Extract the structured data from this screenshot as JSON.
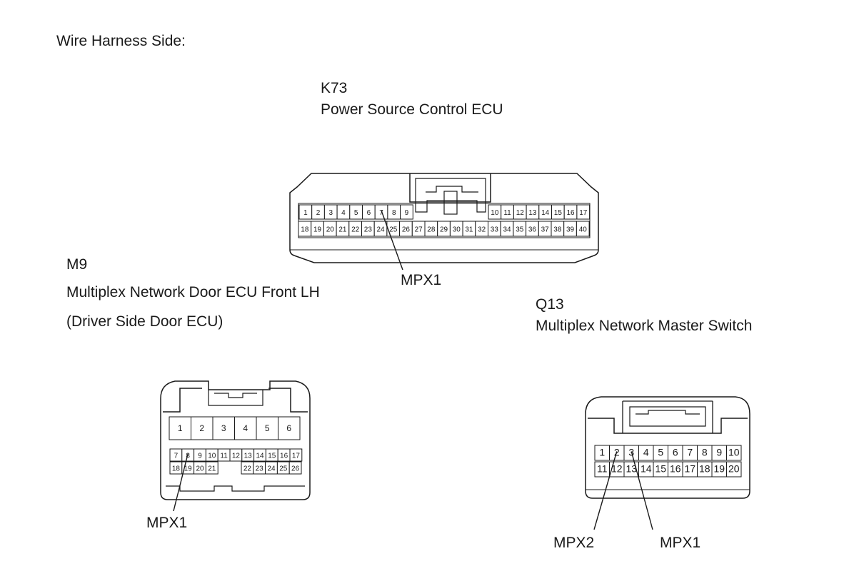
{
  "heading": "Wire Harness Side:",
  "connectors": {
    "k73": {
      "code": "K73",
      "name": "Power Source Control ECU",
      "row1_left": [
        "1",
        "2",
        "3",
        "4",
        "5",
        "6",
        "7",
        "8",
        "9"
      ],
      "row1_right": [
        "10",
        "11",
        "12",
        "13",
        "14",
        "15",
        "16",
        "17"
      ],
      "row2": [
        "18",
        "19",
        "20",
        "21",
        "22",
        "23",
        "24",
        "25",
        "26",
        "27",
        "28",
        "29",
        "30",
        "31",
        "32",
        "33",
        "34",
        "35",
        "36",
        "37",
        "38",
        "39",
        "40"
      ],
      "callouts": [
        {
          "label": "MPX1",
          "pin": "7"
        }
      ]
    },
    "m9": {
      "code": "M9",
      "name": "Multiplex Network Door ECU Front LH",
      "name2": "(Driver Side Door ECU)",
      "big_row": [
        "1",
        "2",
        "3",
        "4",
        "5",
        "6"
      ],
      "row2": [
        "7",
        "8",
        "9",
        "10",
        "11",
        "12",
        "13",
        "14",
        "15",
        "16",
        "17"
      ],
      "row3_left": [
        "18",
        "19",
        "20",
        "21"
      ],
      "row3_right": [
        "22",
        "23",
        "24",
        "25",
        "26"
      ],
      "callouts": [
        {
          "label": "MPX1",
          "pin": "8"
        }
      ]
    },
    "q13": {
      "code": "Q13",
      "name": "Multiplex Network Master Switch",
      "row1": [
        "1",
        "2",
        "3",
        "4",
        "5",
        "6",
        "7",
        "8",
        "9",
        "10"
      ],
      "row2": [
        "11",
        "12",
        "13",
        "14",
        "15",
        "16",
        "17",
        "18",
        "19",
        "20"
      ],
      "callouts": [
        {
          "label": "MPX2",
          "pin": "2"
        },
        {
          "label": "MPX1",
          "pin": "3"
        }
      ]
    }
  }
}
